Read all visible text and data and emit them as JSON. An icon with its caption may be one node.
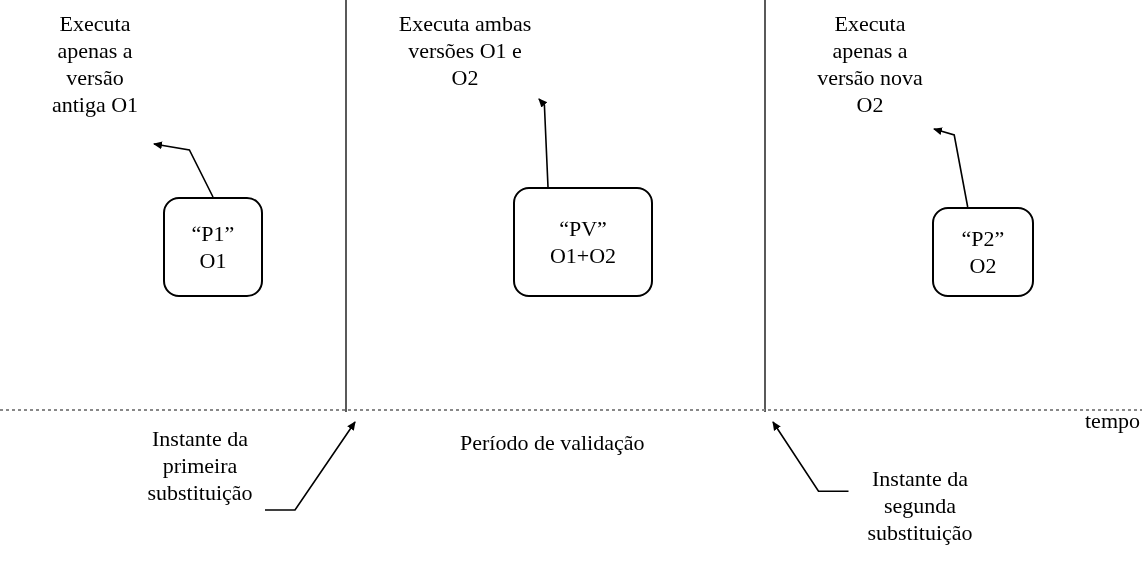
{
  "diagram": {
    "nodes": [
      {
        "text": [
          "Executa apenas a versão antiga O1"
        ]
      },
      {
        "text": [
          "“P1”",
          "O1"
        ]
      },
      {
        "text": [
          "Executa ambas versões O1 e O2"
        ]
      },
      {
        "text": [
          "“PV”",
          "O1+O2"
        ]
      },
      {
        "text": [
          "Executa apenas a versão nova O2"
        ]
      },
      {
        "text": [
          "“P2”",
          "O2"
        ]
      },
      {
        "text": [
          "Instante da primeira substituição"
        ]
      },
      {
        "text": [
          "Instante da segunda substituição"
        ]
      }
    ],
    "edges": [
      {
        "from": 1,
        "to": 0,
        "arrow": "to"
      },
      {
        "from": 3,
        "to": 2,
        "arrow": "to"
      },
      {
        "from": 5,
        "to": 4,
        "arrow": "to"
      },
      {
        "from": 6,
        "to": null,
        "arrow": "to"
      },
      {
        "from": 7,
        "to": null,
        "arrow": "to"
      }
    ],
    "labels": [
      "Período de validação",
      "tempo"
    ]
  }
}
